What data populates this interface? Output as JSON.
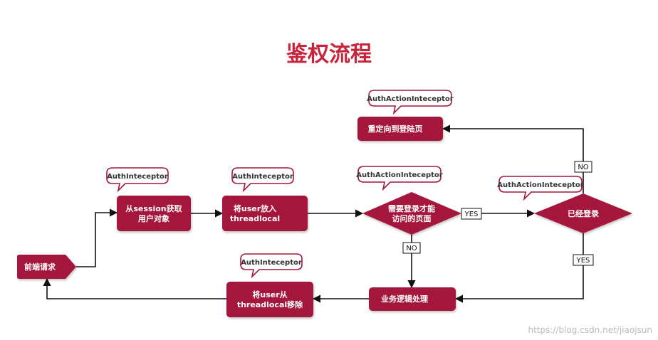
{
  "title": "鉴权流程",
  "watermark": "https://blog.csdn.net/jiaojsun",
  "colors": {
    "node_fill": "#a4173a",
    "title": "#c8243c",
    "edge": "#111111",
    "bubble_border": "#a4173a"
  },
  "nodes": {
    "frontend_request": {
      "label": "前端请求"
    },
    "get_user_from_session": {
      "line1": "从session获取",
      "line2": "用户对象"
    },
    "put_user_threadlocal": {
      "line1": "将user放入",
      "line2": "threadlocal"
    },
    "requires_login_check": {
      "line1": "需要登录才能",
      "line2": "访问的页面"
    },
    "already_logged_in_check": {
      "label": "已经登录"
    },
    "redirect_login_page": {
      "label": "重定向到登陆页"
    },
    "business_logic": {
      "label": "业务逻辑处理"
    },
    "remove_user_threadlocal": {
      "line1": "将user从",
      "line2": "threadlocal移除"
    }
  },
  "bubbles": {
    "get_user": "AuthInteceptor",
    "put_user": "AuthInteceptor",
    "requires_login": "AuthActionInteceptor",
    "already_logged": "AuthActionInteceptor",
    "redirect": "AuthActionInteceptor",
    "remove_user": "AuthInteceptor"
  },
  "edge_labels": {
    "requires_yes": "YES",
    "requires_no": "NO",
    "logged_no": "NO",
    "logged_yes": "YES"
  }
}
